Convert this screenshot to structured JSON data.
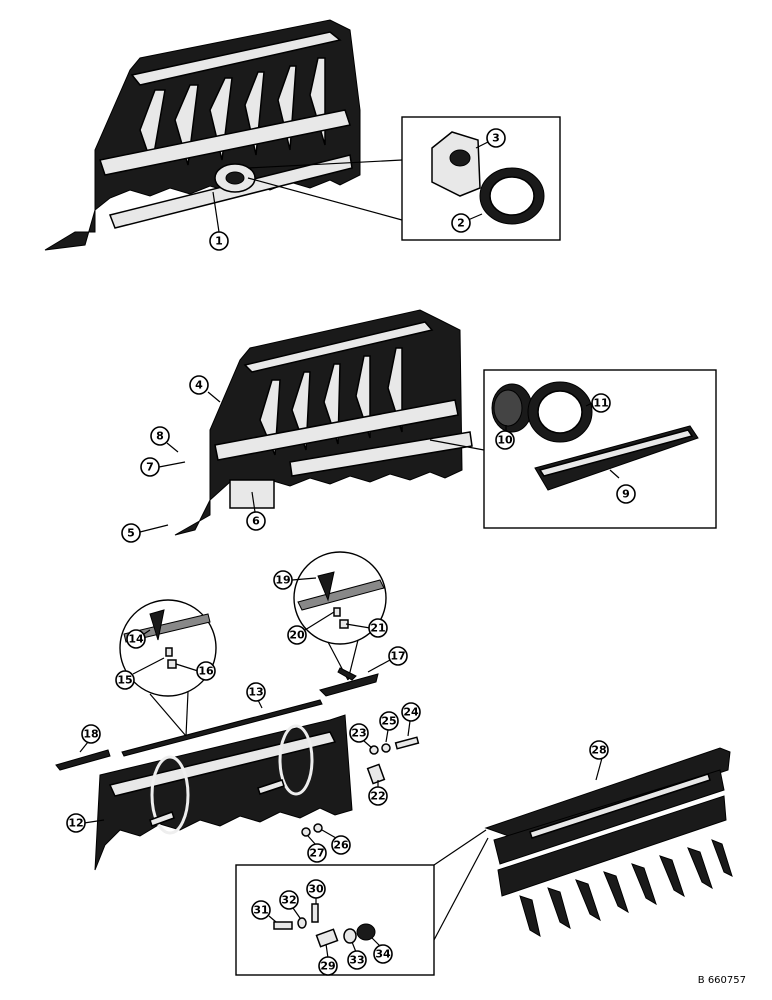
{
  "callouts": {
    "c1": "1",
    "c2": "2",
    "c3": "3",
    "c4": "4",
    "c5": "5",
    "c6": "6",
    "c7": "7",
    "c8": "8",
    "c9": "9",
    "c10": "10",
    "c11": "11",
    "c12": "12",
    "c13": "13",
    "c14": "14",
    "c15": "15",
    "c16": "16",
    "c17": "17",
    "c18": "18",
    "c19": "19",
    "c20": "20",
    "c21": "21",
    "c22": "22",
    "c23": "23",
    "c24": "24",
    "c25": "25",
    "c26": "26",
    "c27": "27",
    "c28": "28",
    "c29": "29",
    "c30": "30",
    "c31": "31",
    "c32": "32",
    "c33": "33",
    "c34": "34"
  },
  "drawing_number": "B 660757"
}
